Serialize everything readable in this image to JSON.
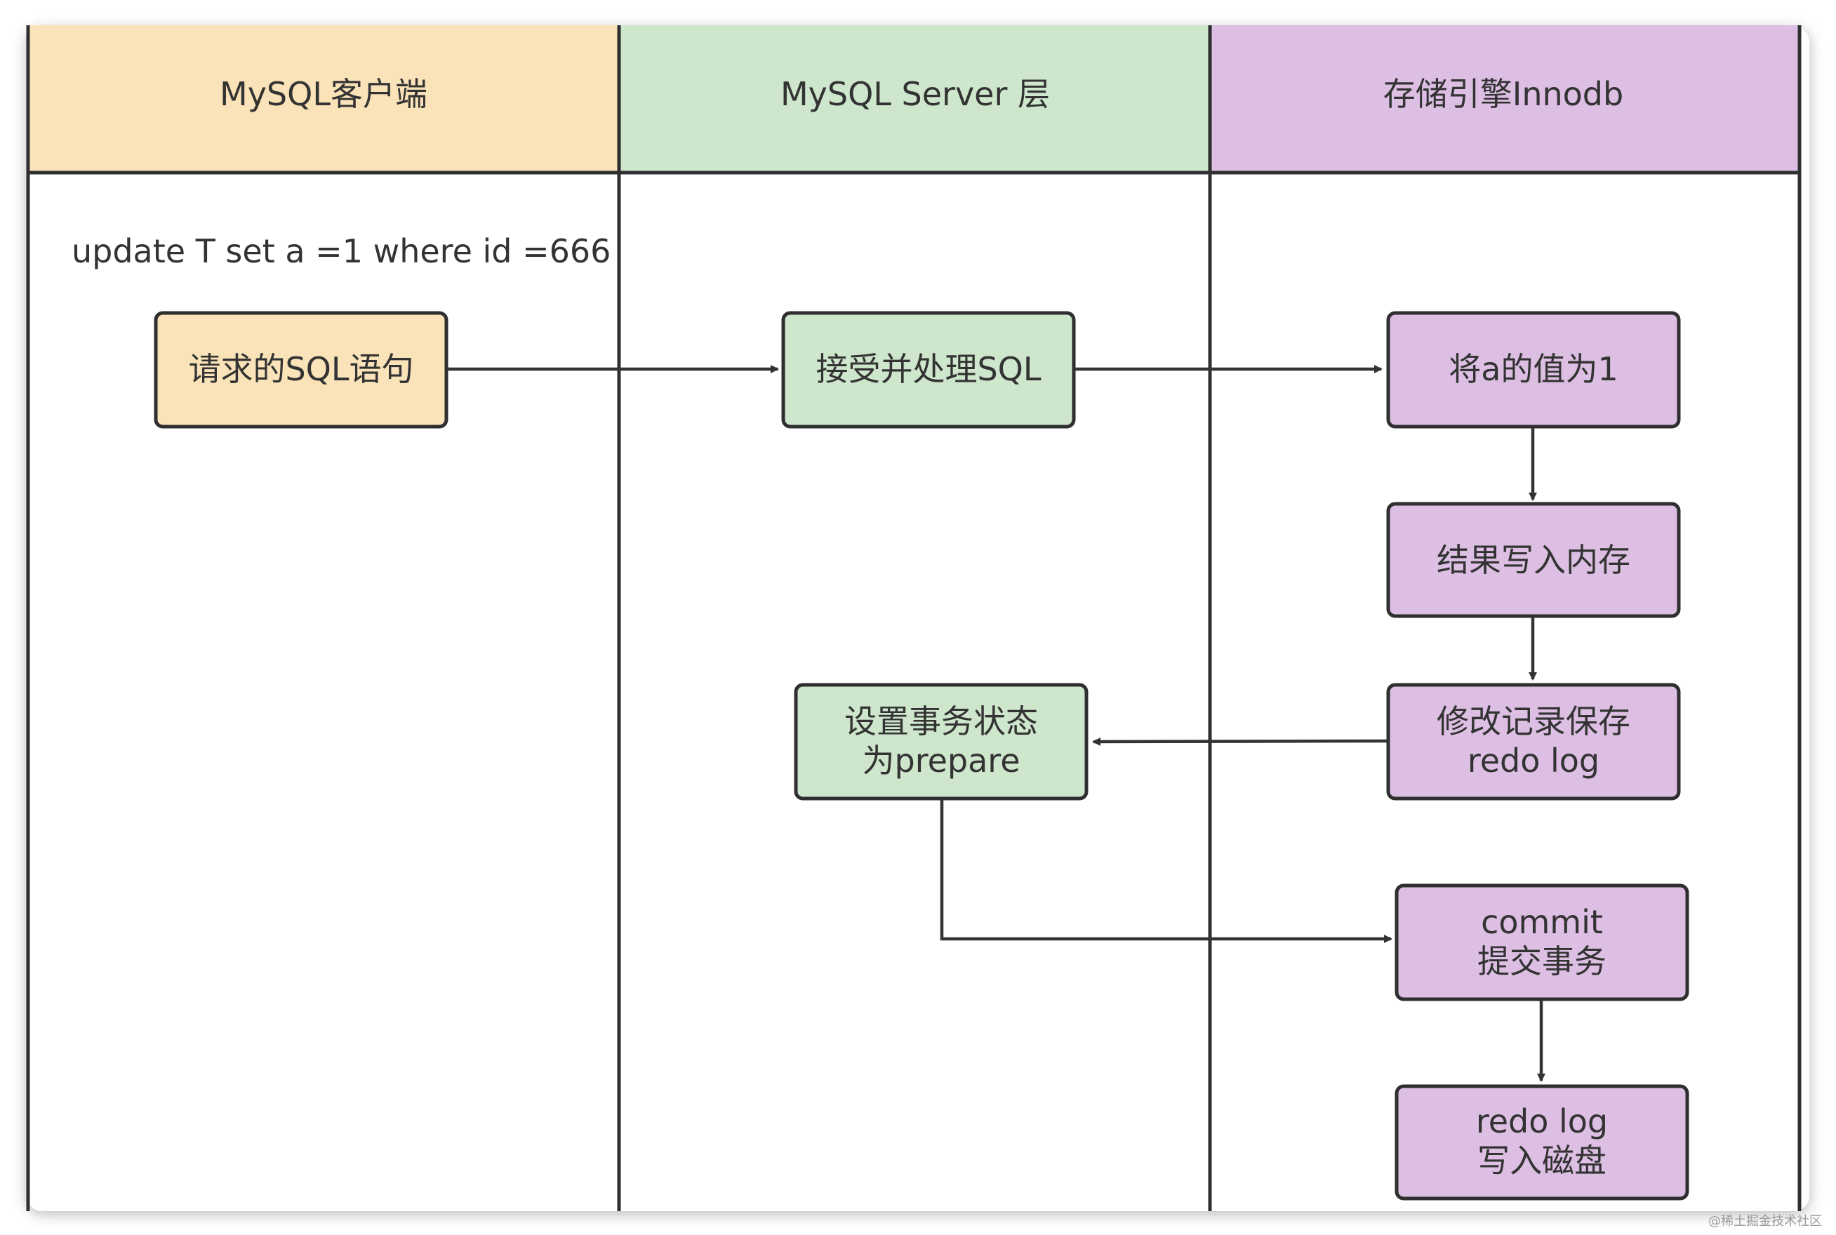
{
  "lanes": {
    "client": {
      "title": "MySQL客户端",
      "color": "#fae3b8"
    },
    "server": {
      "title": "MySQL Server 层",
      "color": "#cde6cc"
    },
    "engine": {
      "title": "存储引擎Innodb",
      "color": "#ddbfe3"
    }
  },
  "statement": "update T set a =1 where id =666",
  "boxes": {
    "request_sql": {
      "lines": [
        "请求的SQL语句"
      ],
      "color": "#fae3b8"
    },
    "accept_sql": {
      "lines": [
        "接受并处理SQL"
      ],
      "color": "#cde6cc"
    },
    "set_a": {
      "lines": [
        "将a的值为1"
      ],
      "color": "#ddbfe3"
    },
    "write_memory": {
      "lines": [
        "结果写入内存"
      ],
      "color": "#ddbfe3"
    },
    "redo_log_save": {
      "lines": [
        "修改记录保存",
        "redo log"
      ],
      "color": "#ddbfe3"
    },
    "prepare": {
      "lines": [
        "设置事务状态",
        "为prepare"
      ],
      "color": "#cde6cc"
    },
    "commit": {
      "lines": [
        "commit",
        "提交事务"
      ],
      "color": "#ddbfe3"
    },
    "redo_disk": {
      "lines": [
        "redo log",
        "写入磁盘"
      ],
      "color": "#ddbfe3"
    }
  },
  "watermark": "@稀土掘金技术社区"
}
